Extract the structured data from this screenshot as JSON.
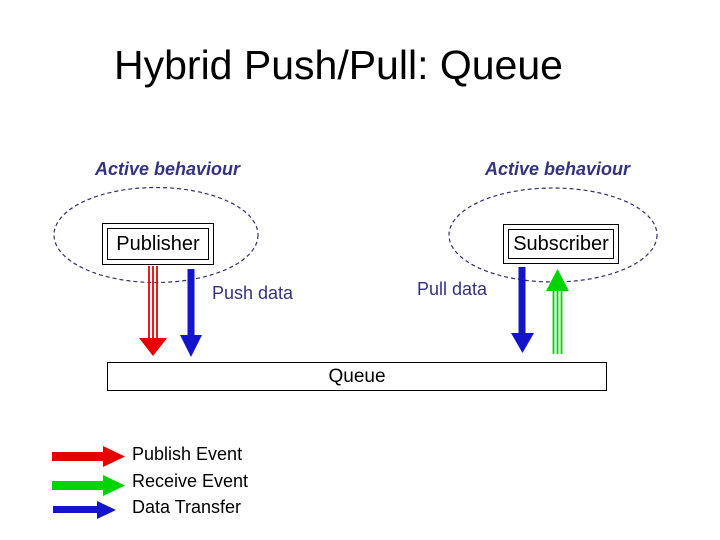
{
  "slide": {
    "title": "Hybrid Push/Pull: Queue",
    "groups": {
      "publisher": {
        "behaviour_label": "Active behaviour",
        "node_label": "Publisher",
        "flow_label": "Push data"
      },
      "subscriber": {
        "behaviour_label": "Active behaviour",
        "node_label": "Subscriber",
        "flow_label": "Pull data"
      }
    },
    "queue_label": "Queue",
    "legend": [
      {
        "label": "Publish Event",
        "color": "#e60000",
        "icon": "red-right-arrow"
      },
      {
        "label": "Receive Event",
        "color": "#00d400",
        "icon": "green-right-arrow"
      },
      {
        "label": "Data Transfer",
        "color": "#1414cc",
        "icon": "blue-right-arrow"
      }
    ],
    "colors": {
      "publish_red": "#e60000",
      "receive_green": "#00d400",
      "transfer_blue": "#1414cc",
      "label_text": "#333380",
      "ellipse_stroke": "#333366",
      "box_border": "#000000",
      "background": "#ffffff"
    }
  }
}
